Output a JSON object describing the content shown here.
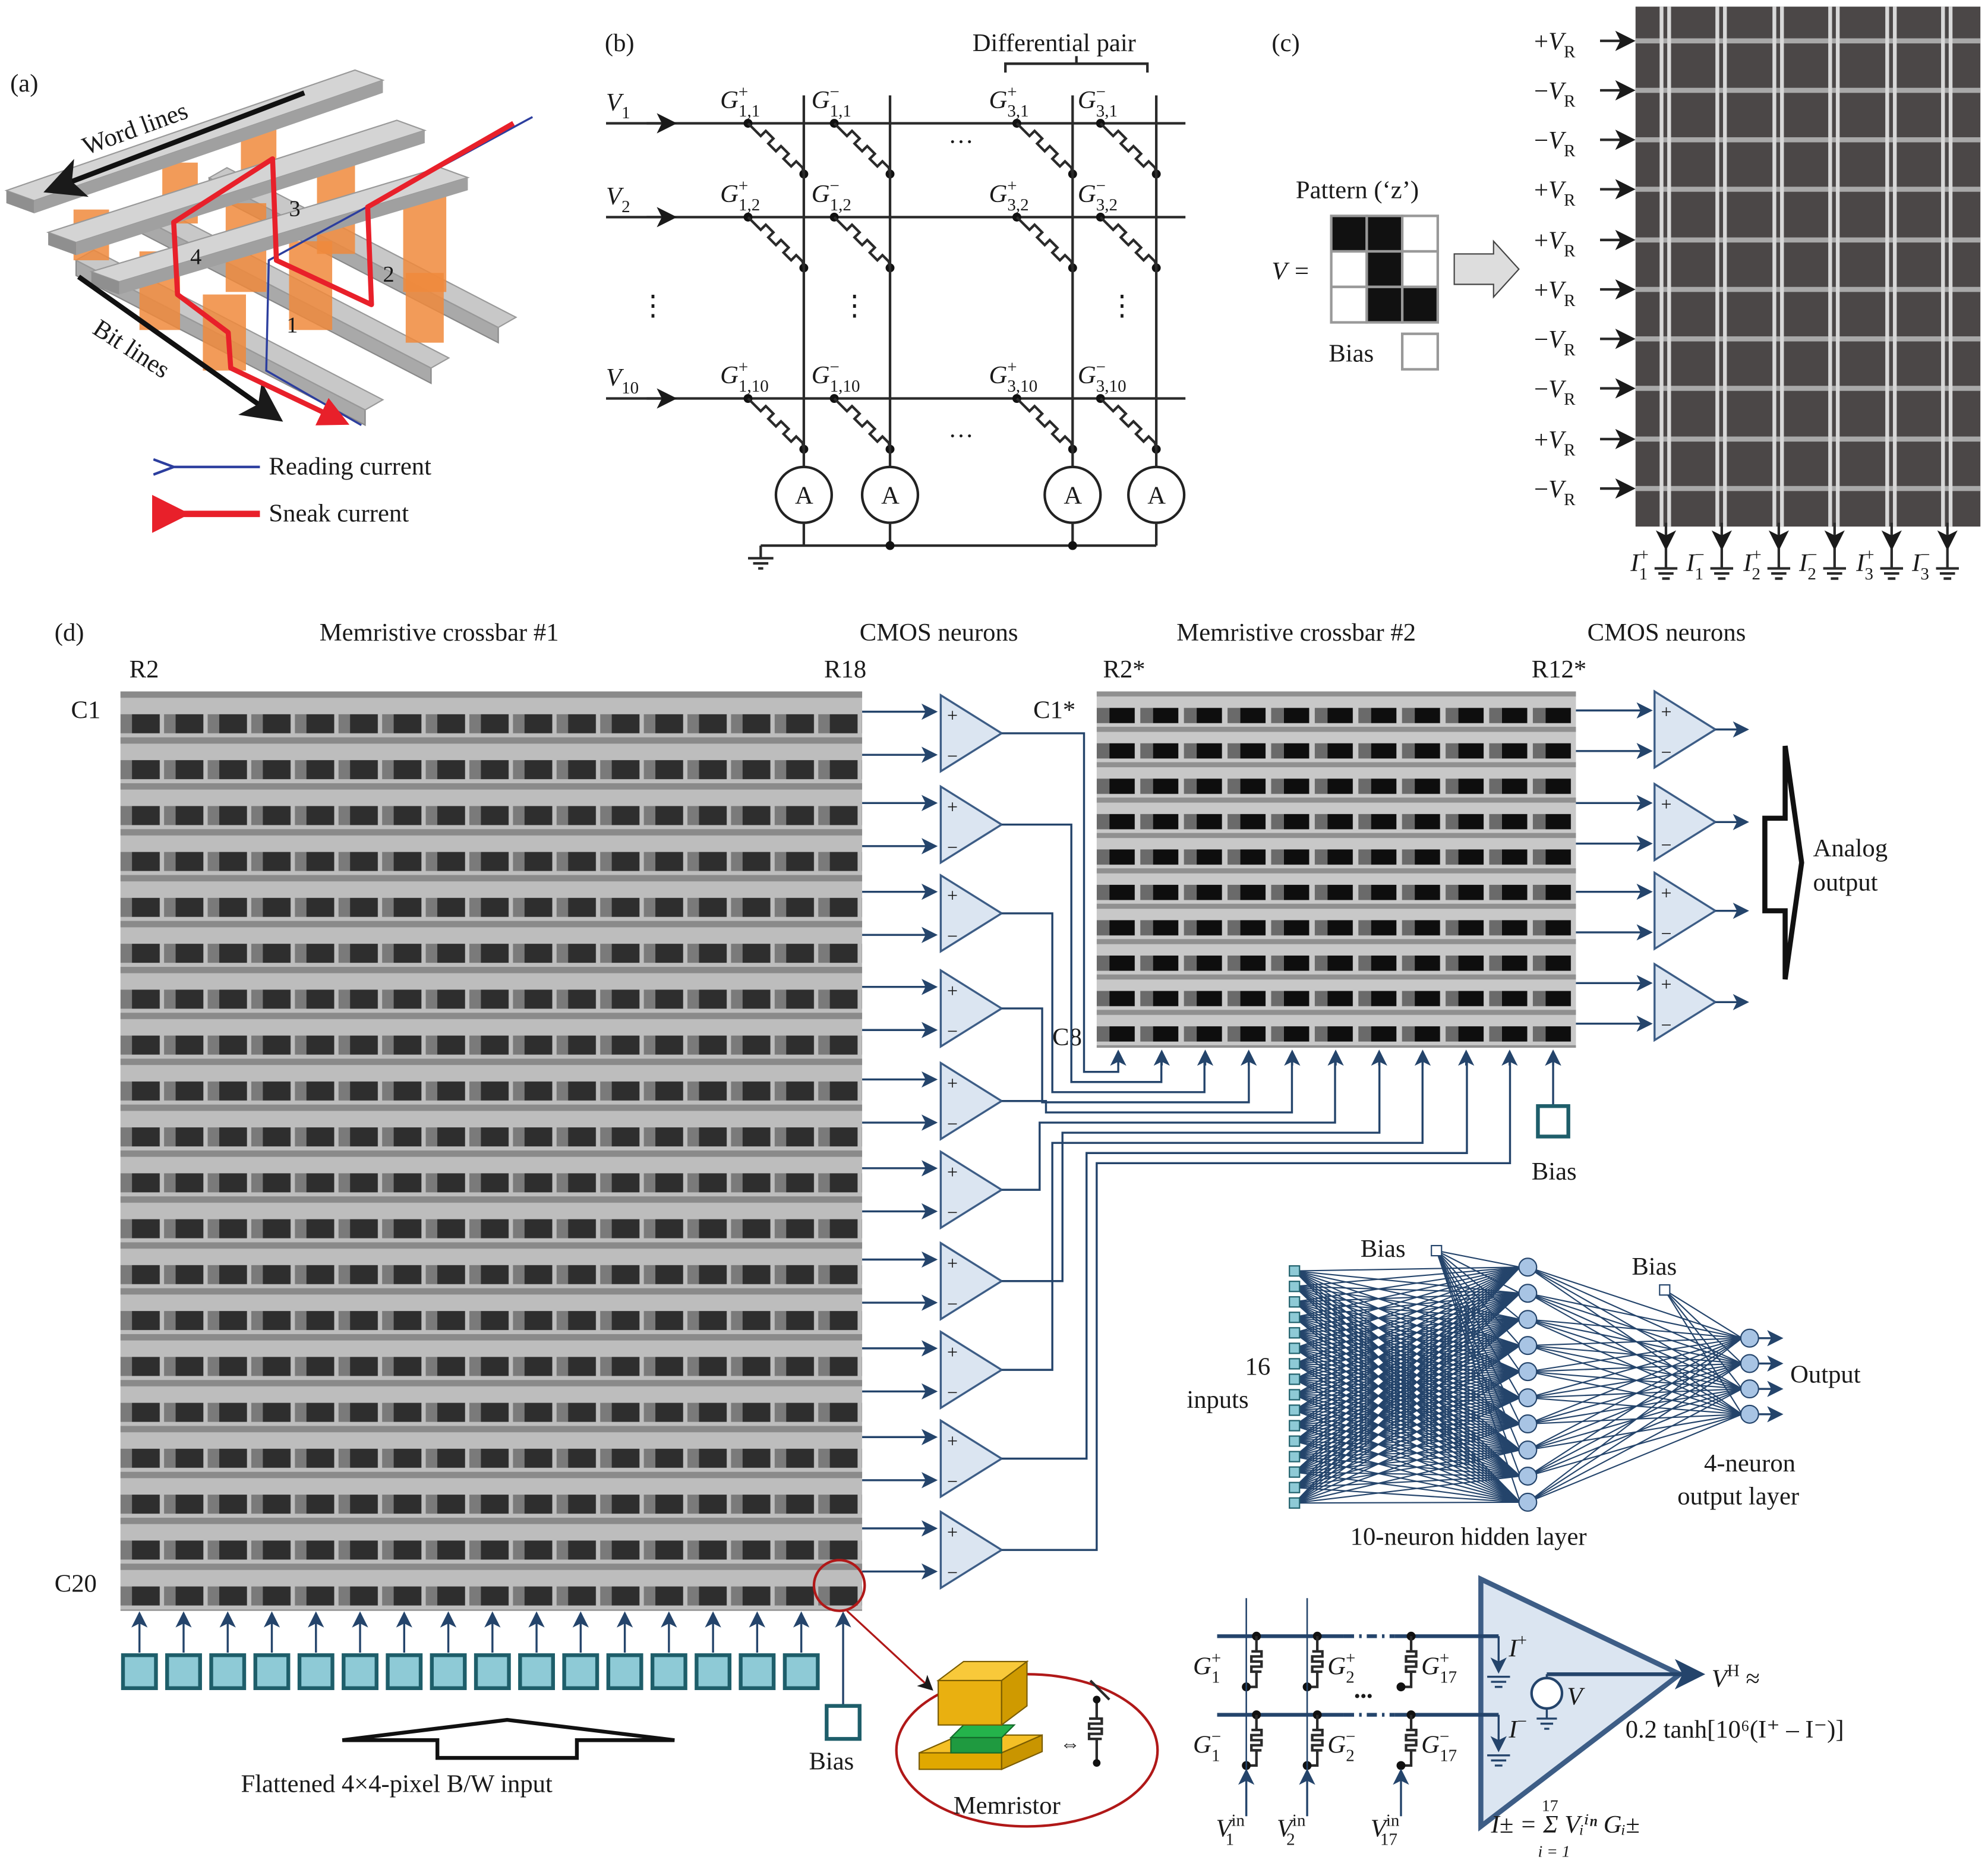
{
  "panel_labels": {
    "a": "(a)",
    "b": "(b)",
    "c": "(c)",
    "d": "(d)"
  },
  "panel_a": {
    "word_lines": "Word lines",
    "bit_lines": "Bit lines",
    "path_numbers": [
      "1",
      "2",
      "3",
      "4"
    ],
    "legend": {
      "reading": "Reading current",
      "sneak": "Sneak current"
    },
    "colors": {
      "reading": "#2c3e9e",
      "sneak": "#e8202a",
      "pillar": "#f08a3c",
      "bar": "#c8c8c8"
    }
  },
  "panel_b": {
    "differential_pair": "Differential pair",
    "rows": [
      {
        "base": "V",
        "sub": "1"
      },
      {
        "base": "V",
        "sub": "2"
      },
      {
        "base": "V",
        "sub": "10"
      }
    ],
    "conductances": [
      [
        {
          "base": "G",
          "sup": "+",
          "sub": "1,1"
        },
        {
          "base": "G",
          "sup": "−",
          "sub": "1,1"
        },
        {
          "base": "G",
          "sup": "+",
          "sub": "3,1"
        },
        {
          "base": "G",
          "sup": "−",
          "sub": "3,1"
        }
      ],
      [
        {
          "base": "G",
          "sup": "+",
          "sub": "1,2"
        },
        {
          "base": "G",
          "sup": "−",
          "sub": "1,2"
        },
        {
          "base": "G",
          "sup": "+",
          "sub": "3,2"
        },
        {
          "base": "G",
          "sup": "−",
          "sub": "3,2"
        }
      ],
      [
        {
          "base": "G",
          "sup": "+",
          "sub": "1,10"
        },
        {
          "base": "G",
          "sup": "−",
          "sub": "1,10"
        },
        {
          "base": "G",
          "sup": "+",
          "sub": "3,10"
        },
        {
          "base": "G",
          "sup": "−",
          "sub": "3,10"
        }
      ]
    ],
    "hdots": "···",
    "vdots": "⋮",
    "ammeter": "A"
  },
  "panel_c": {
    "pattern_label": "Pattern (‘z’)",
    "v_equals": "V =",
    "bias": "Bias",
    "pattern": [
      [
        1,
        1,
        0
      ],
      [
        0,
        1,
        0
      ],
      [
        0,
        1,
        1
      ]
    ],
    "row_voltages": [
      {
        "sign": "+",
        "base": "V",
        "sub": "R"
      },
      {
        "sign": "−",
        "base": "V",
        "sub": "R"
      },
      {
        "sign": "−",
        "base": "V",
        "sub": "R"
      },
      {
        "sign": "+",
        "base": "V",
        "sub": "R"
      },
      {
        "sign": "+",
        "base": "V",
        "sub": "R"
      },
      {
        "sign": "+",
        "base": "V",
        "sub": "R"
      },
      {
        "sign": "−",
        "base": "V",
        "sub": "R"
      },
      {
        "sign": "−",
        "base": "V",
        "sub": "R"
      },
      {
        "sign": "+",
        "base": "V",
        "sub": "R"
      },
      {
        "sign": "−",
        "base": "V",
        "sub": "R"
      }
    ],
    "currents": [
      {
        "base": "I",
        "sup": "+",
        "sub": "1"
      },
      {
        "base": "I",
        "sup": "−",
        "sub": "1"
      },
      {
        "base": "I",
        "sup": "+",
        "sub": "2"
      },
      {
        "base": "I",
        "sup": "−",
        "sub": "2"
      },
      {
        "base": "I",
        "sup": "+",
        "sub": "3"
      },
      {
        "base": "I",
        "sup": "−",
        "sub": "3"
      }
    ]
  },
  "panel_d": {
    "crossbar1_title": "Memristive crossbar #1",
    "cmos1_title": "CMOS neurons",
    "crossbar2_title": "Memristive crossbar  #2",
    "cmos2_title": "CMOS neurons",
    "crossbar1": {
      "top_left": "R2",
      "top_right": "R18",
      "left_top": "C1",
      "left_bottom": "C20"
    },
    "crossbar2": {
      "top_left": "R2*",
      "top_right": "R12*",
      "left_top": "C1*",
      "left_bottom": "C8"
    },
    "amp_plus": "+",
    "amp_minus": "−",
    "bias": "Bias",
    "analog_output": [
      "Analog",
      "output"
    ],
    "input_caption": "Flattened 4×4-pixel B/W input",
    "memristor": "Memristor",
    "memristor_equiv": "⇔",
    "network": {
      "inputs_count": "16",
      "inputs_label": "inputs",
      "hidden_label": "10-neuron hidden layer",
      "output_layer": [
        "4-neuron",
        "output layer"
      ],
      "output": "Output",
      "bias1": "Bias",
      "bias2": "Bias",
      "n_inputs": 16,
      "n_hidden": 10,
      "n_outputs": 4
    },
    "neuron_circuit": {
      "g_plus": [
        {
          "base": "G",
          "sup": "+",
          "sub": "1"
        },
        {
          "base": "G",
          "sup": "+",
          "sub": "2"
        },
        {
          "base": "G",
          "sup": "+",
          "sub": "17"
        }
      ],
      "g_minus": [
        {
          "base": "G",
          "sup": "−",
          "sub": "1"
        },
        {
          "base": "G",
          "sup": "−",
          "sub": "2"
        },
        {
          "base": "G",
          "sup": "−",
          "sub": "17"
        }
      ],
      "v_in": [
        {
          "base": "V",
          "sup": "in",
          "sub": "1"
        },
        {
          "base": "V",
          "sup": "in",
          "sub": "2"
        },
        {
          "base": "V",
          "sup": "in",
          "sub": "17"
        }
      ],
      "i_plus": {
        "base": "I",
        "sup": "+"
      },
      "i_minus": {
        "base": "I",
        "sup": "−"
      },
      "v_source": "V",
      "dots": "•••",
      "v_out": {
        "base": "V",
        "sup": "H",
        "after": " ≈"
      },
      "activation": "0.2 tanh[10⁶(I⁺ – I⁻)]",
      "sum_formula": "I± = Σ Vᵢⁱⁿ Gᵢ±",
      "sum_upper": "17",
      "sum_lower": "i = 1"
    },
    "colors": {
      "neuron_fill": "#dbe5f1",
      "neuron_stroke": "#3d5d86",
      "input_box": "#8ecad6",
      "input_stroke": "#1e5e6a",
      "red_circle": "#b01818"
    }
  }
}
